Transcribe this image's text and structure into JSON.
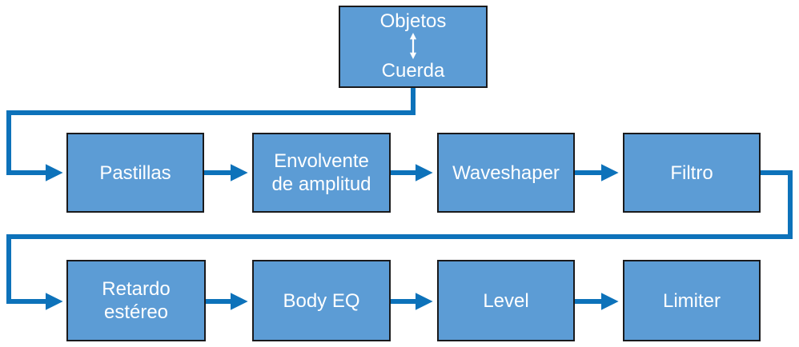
{
  "diagram": {
    "colors": {
      "background": "#ffffff",
      "box_fill": "#5c9cd5",
      "box_border": "#1a1a1c",
      "connector": "#0d72ba",
      "text": "#ffffff"
    },
    "nodes": {
      "objetos_cuerda": {
        "line1": "Objetos",
        "line2": "Cuerda"
      },
      "pastillas": {
        "label": "Pastillas"
      },
      "envolvente": {
        "line1": "Envolvente",
        "line2": "de amplitud"
      },
      "waveshaper": {
        "label": "Waveshaper"
      },
      "filtro": {
        "label": "Filtro"
      },
      "retardo": {
        "line1": "Retardo",
        "line2": "estéreo"
      },
      "body_eq": {
        "label": "Body EQ"
      },
      "level": {
        "label": "Level"
      },
      "limiter": {
        "label": "Limiter"
      }
    },
    "edges": [
      {
        "from": "Objetos",
        "to": "Cuerda",
        "type": "bidirectional"
      },
      {
        "from": "Objetos/Cuerda",
        "to": "Pastillas"
      },
      {
        "from": "Pastillas",
        "to": "Envolvente de amplitud"
      },
      {
        "from": "Envolvente de amplitud",
        "to": "Waveshaper"
      },
      {
        "from": "Waveshaper",
        "to": "Filtro"
      },
      {
        "from": "Filtro",
        "to": "Retardo estéreo"
      },
      {
        "from": "Retardo estéreo",
        "to": "Body EQ"
      },
      {
        "from": "Body EQ",
        "to": "Level"
      },
      {
        "from": "Level",
        "to": "Limiter"
      }
    ]
  }
}
